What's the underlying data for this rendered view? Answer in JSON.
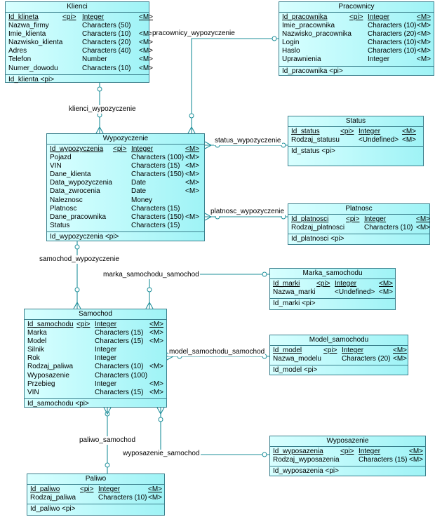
{
  "colors": {
    "entity_fill": "#c6fbfb",
    "entity_border": "#3a7f8c",
    "relationship_line": "#1e8f9a"
  },
  "entities": {
    "klienci": {
      "title": "Klienci",
      "attrs": [
        [
          "Id_klineta",
          "<pi>",
          "Integer",
          "<M>"
        ],
        [
          "Nazwa_firmy",
          "",
          "Characters (50)",
          ""
        ],
        [
          "Imie_klienta",
          "",
          "Characters (10)",
          "<M>"
        ],
        [
          "Nazwisko_klienta",
          "",
          "Characters (20)",
          "<M>"
        ],
        [
          "Adres",
          "",
          "Characters (40)",
          "<M>"
        ],
        [
          "Telefon",
          "",
          "Number",
          "<M>"
        ],
        [
          "Numer_dowodu",
          "",
          "Characters (10)",
          "<M>"
        ]
      ],
      "key": "Id_klienta  <pi>"
    },
    "pracownicy": {
      "title": "Pracownicy",
      "attrs": [
        [
          "Id_pracownika",
          "<pi>",
          "Integer",
          "<M>"
        ],
        [
          "Imie_pracownika",
          "",
          "Characters (10)",
          "<M>"
        ],
        [
          "Nazwisko_pracownika",
          "",
          "Characters (20)",
          "<M>"
        ],
        [
          "Login",
          "",
          "Characters (10)",
          "<M>"
        ],
        [
          "Haslo",
          "",
          "Characters (10)",
          "<M>"
        ],
        [
          "Uprawnienia",
          "",
          "Integer",
          "<M>"
        ]
      ],
      "key": "Id_pracownika  <pi>"
    },
    "status": {
      "title": "Status",
      "attrs": [
        [
          "Id_status",
          "<pi>",
          "Integer",
          "<M>"
        ],
        [
          "Rodzaj_statusu",
          "",
          "<Undefined>",
          "<M>"
        ]
      ],
      "key": "Id_status  <pi>"
    },
    "wypozyczenie": {
      "title": "Wypozyczenie",
      "attrs": [
        [
          "Id_wypozyczenia",
          "<pi>",
          "Integer",
          "<M>"
        ],
        [
          "Pojazd",
          "",
          "Characters (100)",
          "<M>"
        ],
        [
          "VIN",
          "",
          "Characters (15)",
          "<M>"
        ],
        [
          "Dane_klienta",
          "",
          "Characters (150)",
          "<M>"
        ],
        [
          "Data_wypozyczenia",
          "",
          "Date",
          "<M>"
        ],
        [
          "Data_zwrocenia",
          "",
          "Date",
          "<M>"
        ],
        [
          "Naleznosc",
          "",
          "Money",
          ""
        ],
        [
          "Platnosc",
          "",
          "Characters (15)",
          ""
        ],
        [
          "Dane_pracownika",
          "",
          "Characters (150)",
          "<M>"
        ],
        [
          "Status",
          "",
          "Characters (15)",
          ""
        ]
      ],
      "key": "Id_wypozyczenia  <pi>"
    },
    "platnosc": {
      "title": "Platnosc",
      "attrs": [
        [
          "Id_platnosci",
          "<pi>",
          "Integer",
          "<M>"
        ],
        [
          "Rodzaj_platnosci",
          "",
          "Characters (10)",
          "<M>"
        ]
      ],
      "key": "Id_platnosci  <pi>"
    },
    "marka": {
      "title": "Marka_samochodu",
      "attrs": [
        [
          "Id_marki",
          "<pi>",
          "Integer",
          "<M>"
        ],
        [
          "Nazwa_marki",
          "",
          "<Undefined>",
          "<M>"
        ]
      ],
      "key": "Id_marki  <pi>"
    },
    "samochod": {
      "title": "Samochod",
      "attrs": [
        [
          "Id_samochodu",
          "<pi>",
          "Integer",
          "<M>"
        ],
        [
          "Marka",
          "",
          "Characters (15)",
          "<M>"
        ],
        [
          "Model",
          "",
          "Characters (15)",
          "<M>"
        ],
        [
          "Silnik",
          "",
          "Integer",
          ""
        ],
        [
          "Rok",
          "",
          "Integer",
          ""
        ],
        [
          "Rodzaj_paliwa",
          "",
          "Characters (10)",
          "<M>"
        ],
        [
          "Wyposazenie",
          "",
          "Characters (100)",
          ""
        ],
        [
          "Przebieg",
          "",
          "Integer",
          "<M>"
        ],
        [
          "VIN",
          "",
          "Characters (15)",
          "<M>"
        ]
      ],
      "key": "Id_samochodu  <pi>"
    },
    "model": {
      "title": "Model_samochodu",
      "attrs": [
        [
          "Id_model",
          "<pi>",
          "Integer",
          "<M>"
        ],
        [
          "Nazwa_modelu",
          "",
          "Characters (20)",
          "<M>"
        ]
      ],
      "key": "Id_model  <pi>"
    },
    "wyposazenie": {
      "title": "Wyposazenie",
      "attrs": [
        [
          "Id_wyposazenia",
          "<pi>",
          "Integer",
          "<M>"
        ],
        [
          "Rodzaj_wyposazenia",
          "",
          "Characters (15)",
          "<M>"
        ]
      ],
      "key": "Id_wyposazenia  <pi>"
    },
    "paliwo": {
      "title": "Paliwo",
      "attrs": [
        [
          "Id_paliwo",
          "<pi>",
          "Integer",
          "<M>"
        ],
        [
          "Rodzaj_paliwa",
          "",
          "Characters (10)",
          "<M>"
        ]
      ],
      "key": "Id_paliwo  <pi>"
    }
  },
  "relationships": {
    "klienci_wypozyczenie": "klienci_wypozyczenie",
    "pracownicy_wypozyczenie": "pracownicy_wypozyczenie",
    "status_wypozyczenie": "status_wypozyczenie",
    "platnosc_wypozyczenie": "platnosc_wypozyczenie",
    "samochod_wypozyczenie": "samochod_wypozyczenie",
    "marka_samochodu_samochod": "marka_samochodu_samochod",
    "model_samochodu_samochod": "model_samochodu_samochod",
    "paliwo_samochod": "paliwo_samochod",
    "wyposazenie_samochod": "wyposazenie_samochod"
  }
}
